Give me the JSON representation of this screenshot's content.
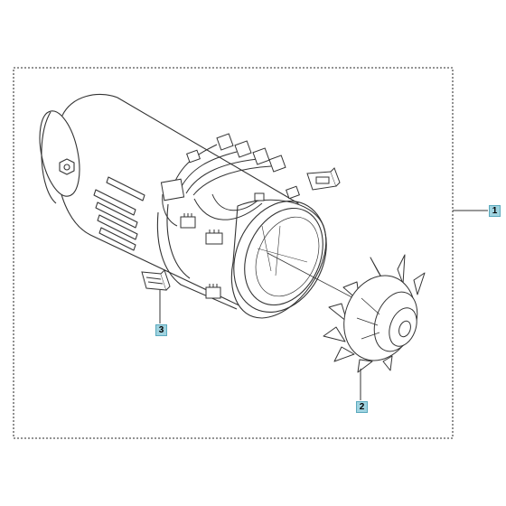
{
  "callouts": [
    {
      "id": "1",
      "label": "1"
    },
    {
      "id": "2",
      "label": "2"
    },
    {
      "id": "3",
      "label": "3"
    }
  ],
  "colors": {
    "line": "#333333",
    "frame": "#555555",
    "callout_fill": "#9fd3e0",
    "callout_border": "#5aa9bd"
  }
}
